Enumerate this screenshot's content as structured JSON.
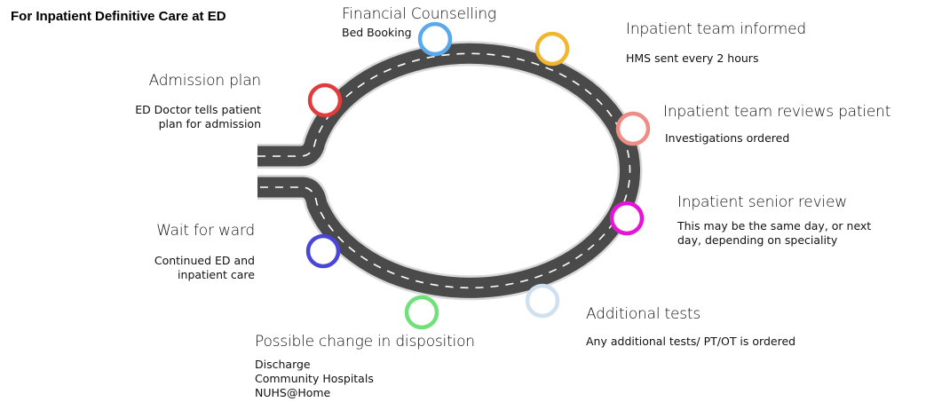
{
  "page": {
    "heading": "For Inpatient Definitive Care at ED"
  },
  "colors": {
    "road": "#4a4a4a",
    "road_edge": "#d9d9d9",
    "road_center_line": "#ffffff",
    "text": "#111111"
  },
  "steps": [
    {
      "id": "admission-plan",
      "title": "Admission plan",
      "description": [
        "ED Doctor tells patient",
        "plan for admission"
      ],
      "marker_color": "#e03c3c"
    },
    {
      "id": "financial-counselling",
      "title": "Financial Counselling",
      "description": [
        "Bed Booking"
      ],
      "marker_color": "#5aa9ec"
    },
    {
      "id": "inpatient-team-informed",
      "title": "Inpatient team informed",
      "description": [
        "HMS sent every 2 hours"
      ],
      "marker_color": "#f2b530"
    },
    {
      "id": "inpatient-team-reviews",
      "title": "Inpatient team reviews patient",
      "description": [
        "Investigations ordered"
      ],
      "marker_color": "#ef8c85"
    },
    {
      "id": "inpatient-senior-review",
      "title": "Inpatient senior review",
      "description": [
        "This may be the same day, or next",
        "day, depending on speciality"
      ],
      "marker_color": "#e614d8"
    },
    {
      "id": "additional-tests",
      "title": "Additional tests",
      "description": [
        "Any additional tests/  PT/OT is ordered"
      ],
      "marker_color": "#cfe1f1"
    },
    {
      "id": "possible-change",
      "title": "Possible change in disposition",
      "description": [
        "Discharge",
        "Community  Hospitals",
        "NUHS@Home"
      ],
      "marker_color": "#6fe07a"
    },
    {
      "id": "wait-for-ward",
      "title": "Wait for ward",
      "description": [
        "Continued ED and",
        "inpatient  care"
      ],
      "marker_color": "#4b46d8"
    }
  ]
}
